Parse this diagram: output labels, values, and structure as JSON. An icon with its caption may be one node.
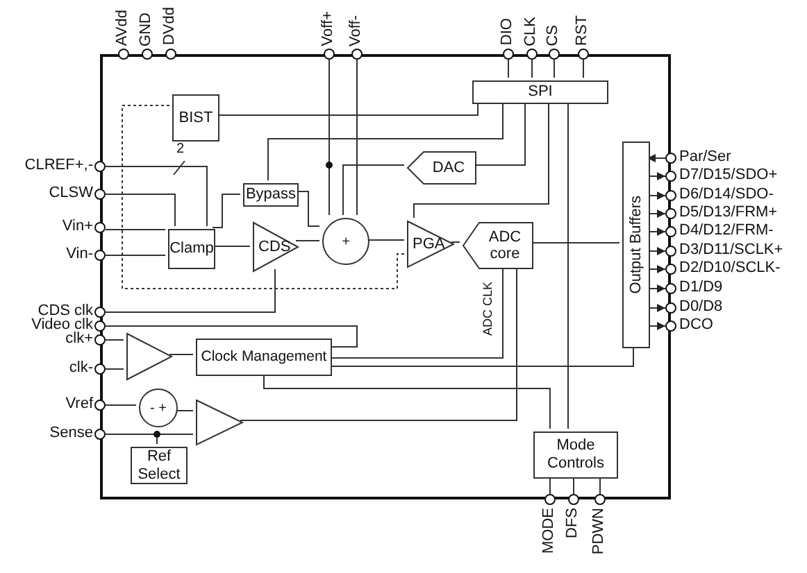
{
  "diagram": {
    "nodes": [
      {
        "text": [],
        "shape": "box"
      },
      {
        "text": [],
        "shape": "circle",
        "beside": [
          "AVdd"
        ]
      },
      {
        "text": [],
        "shape": "circle",
        "beside": [
          "GND"
        ]
      },
      {
        "text": [],
        "shape": "circle",
        "beside": [
          "DVdd"
        ]
      },
      {
        "text": [],
        "shape": "circle",
        "beside": [
          "Voff+"
        ]
      },
      {
        "text": [],
        "shape": "circle",
        "beside": [
          "Voff-"
        ]
      },
      {
        "text": [],
        "shape": "circle",
        "beside": [
          "DIO"
        ]
      },
      {
        "text": [],
        "shape": "circle",
        "beside": [
          "CLK"
        ]
      },
      {
        "text": [],
        "shape": "circle",
        "beside": [
          "CS"
        ]
      },
      {
        "text": [],
        "shape": "circle",
        "beside": [
          "RST"
        ]
      },
      {
        "text": [
          "BIST"
        ],
        "in": 0
      },
      {
        "text": [
          "SPI"
        ],
        "in": 0
      },
      {
        "text": [
          "DAC"
        ],
        "in": 0
      },
      {
        "text": [],
        "shape": "circle",
        "beside": [
          "CLREF+,-"
        ]
      },
      {
        "text": [],
        "shape": "circle",
        "beside": [
          "CLSW"
        ]
      },
      {
        "text": [
          "Bypass"
        ],
        "in": 0
      },
      {
        "text": [],
        "shape": "circle",
        "beside": [
          "Vin+"
        ]
      },
      {
        "text": [],
        "shape": "circle",
        "beside": [
          "Vin-"
        ]
      },
      {
        "text": [
          "Clamp"
        ],
        "in": 0
      },
      {
        "text": [
          "CDS"
        ],
        "in": 0
      },
      {
        "text": [
          "+"
        ],
        "in": 0
      },
      {
        "text": [
          "PGA"
        ],
        "in": 0
      },
      {
        "text": [
          "ADC core"
        ],
        "in": 0
      },
      {
        "text": [
          "Output Buffers"
        ],
        "in": 0
      },
      {
        "text": [],
        "shape": "circle",
        "beside": [
          "Par/Ser"
        ]
      },
      {
        "text": [],
        "shape": "circle",
        "beside": [
          "D7/D15/SDO+"
        ]
      },
      {
        "text": [],
        "shape": "circle",
        "beside": [
          "D6/D14/SDO-"
        ]
      },
      {
        "text": [],
        "shape": "circle",
        "beside": [
          "D5/D13/FRM+"
        ]
      },
      {
        "text": [],
        "shape": "circle",
        "beside": [
          "D4/D12/FRM-"
        ]
      },
      {
        "text": [],
        "shape": "circle",
        "beside": [
          "D3/D11/SCLK+"
        ]
      },
      {
        "text": [],
        "shape": "circle",
        "beside": [
          "D2/D10/SCLK-"
        ]
      },
      {
        "text": [],
        "shape": "circle",
        "beside": [
          "D1/D9"
        ]
      },
      {
        "text": [],
        "shape": "circle",
        "beside": [
          "D0/D8"
        ]
      },
      {
        "text": [],
        "shape": "circle",
        "beside": [
          "DCO"
        ]
      },
      {
        "text": [],
        "shape": "circle",
        "beside": [
          "CDS clk"
        ]
      },
      {
        "text": [],
        "shape": "circle",
        "beside": [
          "Video clk"
        ]
      },
      {
        "text": [],
        "shape": "circle",
        "beside": [
          "clk+"
        ]
      },
      {
        "text": [],
        "shape": "circle",
        "beside": [
          "clk-"
        ]
      },
      {
        "text": [],
        "shape": "triangle",
        "in": 0
      },
      {
        "text": [
          "Clock Management"
        ],
        "in": 0
      },
      {
        "text": [],
        "shape": "circle",
        "beside": [
          "Vref"
        ]
      },
      {
        "text": [],
        "shape": "circle",
        "beside": [
          "Sense"
        ]
      },
      {
        "text": [
          "- +"
        ],
        "in": 0
      },
      {
        "text": [],
        "shape": "triangle",
        "in": 0
      },
      {
        "text": [
          "Ref Select"
        ],
        "in": 0
      },
      {
        "text": [
          "Mode Controls"
        ],
        "in": 0
      },
      {
        "text": [],
        "shape": "circle",
        "beside": [
          "MODE"
        ]
      },
      {
        "text": [],
        "shape": "circle",
        "beside": [
          "DFS"
        ]
      },
      {
        "text": [],
        "shape": "circle",
        "beside": [
          "PDWN"
        ]
      }
    ],
    "edges": [
      {
        "from": 4,
        "to": 20,
        "arrow": "none"
      },
      {
        "from": 5,
        "to": 20,
        "arrow": "none"
      },
      {
        "from": 12,
        "to": 20,
        "arrow": "none"
      },
      {
        "from": 6,
        "to": 11,
        "arrow": "none"
      },
      {
        "from": 7,
        "to": 11,
        "arrow": "none"
      },
      {
        "from": 8,
        "to": 11,
        "arrow": "none"
      },
      {
        "from": 9,
        "to": 11,
        "arrow": "none"
      },
      {
        "from": 11,
        "to": 10,
        "arrow": "none"
      },
      {
        "from": 11,
        "to": 15,
        "arrow": "none"
      },
      {
        "from": 11,
        "to": 12,
        "arrow": "none"
      },
      {
        "from": 11,
        "to": 21,
        "arrow": "none"
      },
      {
        "from": 11,
        "to": 45,
        "arrow": "none"
      },
      {
        "from": 13,
        "to": 18,
        "arrow": "none"
      },
      {
        "from": 14,
        "to": 18,
        "arrow": "none"
      },
      {
        "from": 16,
        "to": 18,
        "arrow": "none"
      },
      {
        "from": 17,
        "to": 18,
        "arrow": "none"
      },
      {
        "from": 18,
        "to": 19,
        "arrow": "none"
      },
      {
        "from": 18,
        "to": 15,
        "arrow": "none"
      },
      {
        "from": 15,
        "to": 20,
        "arrow": "none"
      },
      {
        "from": 19,
        "to": 20,
        "arrow": "none"
      },
      {
        "from": 20,
        "to": 21,
        "arrow": "none"
      },
      {
        "from": 21,
        "to": 22,
        "arrow": "none"
      },
      {
        "from": 22,
        "to": 23,
        "arrow": "none"
      },
      {
        "from": 24,
        "to": 23,
        "arrow": "to"
      },
      {
        "from": 23,
        "to": 25,
        "arrow": "to"
      },
      {
        "from": 23,
        "to": 26,
        "arrow": "to"
      },
      {
        "from": 23,
        "to": 27,
        "arrow": "to"
      },
      {
        "from": 23,
        "to": 28,
        "arrow": "to"
      },
      {
        "from": 23,
        "to": 29,
        "arrow": "to"
      },
      {
        "from": 23,
        "to": 30,
        "arrow": "to"
      },
      {
        "from": 23,
        "to": 31,
        "arrow": "to"
      },
      {
        "from": 23,
        "to": 32,
        "arrow": "to"
      },
      {
        "from": 23,
        "to": 33,
        "arrow": "to"
      },
      {
        "from": 34,
        "to": 19,
        "arrow": "none"
      },
      {
        "from": 35,
        "to": 39,
        "arrow": "none"
      },
      {
        "from": 36,
        "to": 38,
        "arrow": "none"
      },
      {
        "from": 37,
        "to": 38,
        "arrow": "none"
      },
      {
        "from": 38,
        "to": 39,
        "arrow": "none"
      },
      {
        "from": 39,
        "to": 22,
        "arrow": "none",
        "label": "ADC CLK"
      },
      {
        "from": 39,
        "to": 23,
        "arrow": "none"
      },
      {
        "from": 39,
        "to": 45,
        "arrow": "none"
      },
      {
        "from": 40,
        "to": 42,
        "arrow": "none"
      },
      {
        "from": 42,
        "to": 43,
        "arrow": "none"
      },
      {
        "from": 41,
        "to": 43,
        "arrow": "none"
      },
      {
        "from": 41,
        "to": 44,
        "arrow": "none"
      },
      {
        "from": 43,
        "to": 22,
        "arrow": "none"
      },
      {
        "from": 45,
        "to": 46,
        "arrow": "none"
      },
      {
        "from": 45,
        "to": 47,
        "arrow": "none"
      },
      {
        "from": 45,
        "to": 48,
        "arrow": "none"
      },
      {
        "from": 10,
        "to": 21,
        "arrow": "none",
        "style": "dashed"
      }
    ],
    "labels": [
      "2"
    ]
  }
}
